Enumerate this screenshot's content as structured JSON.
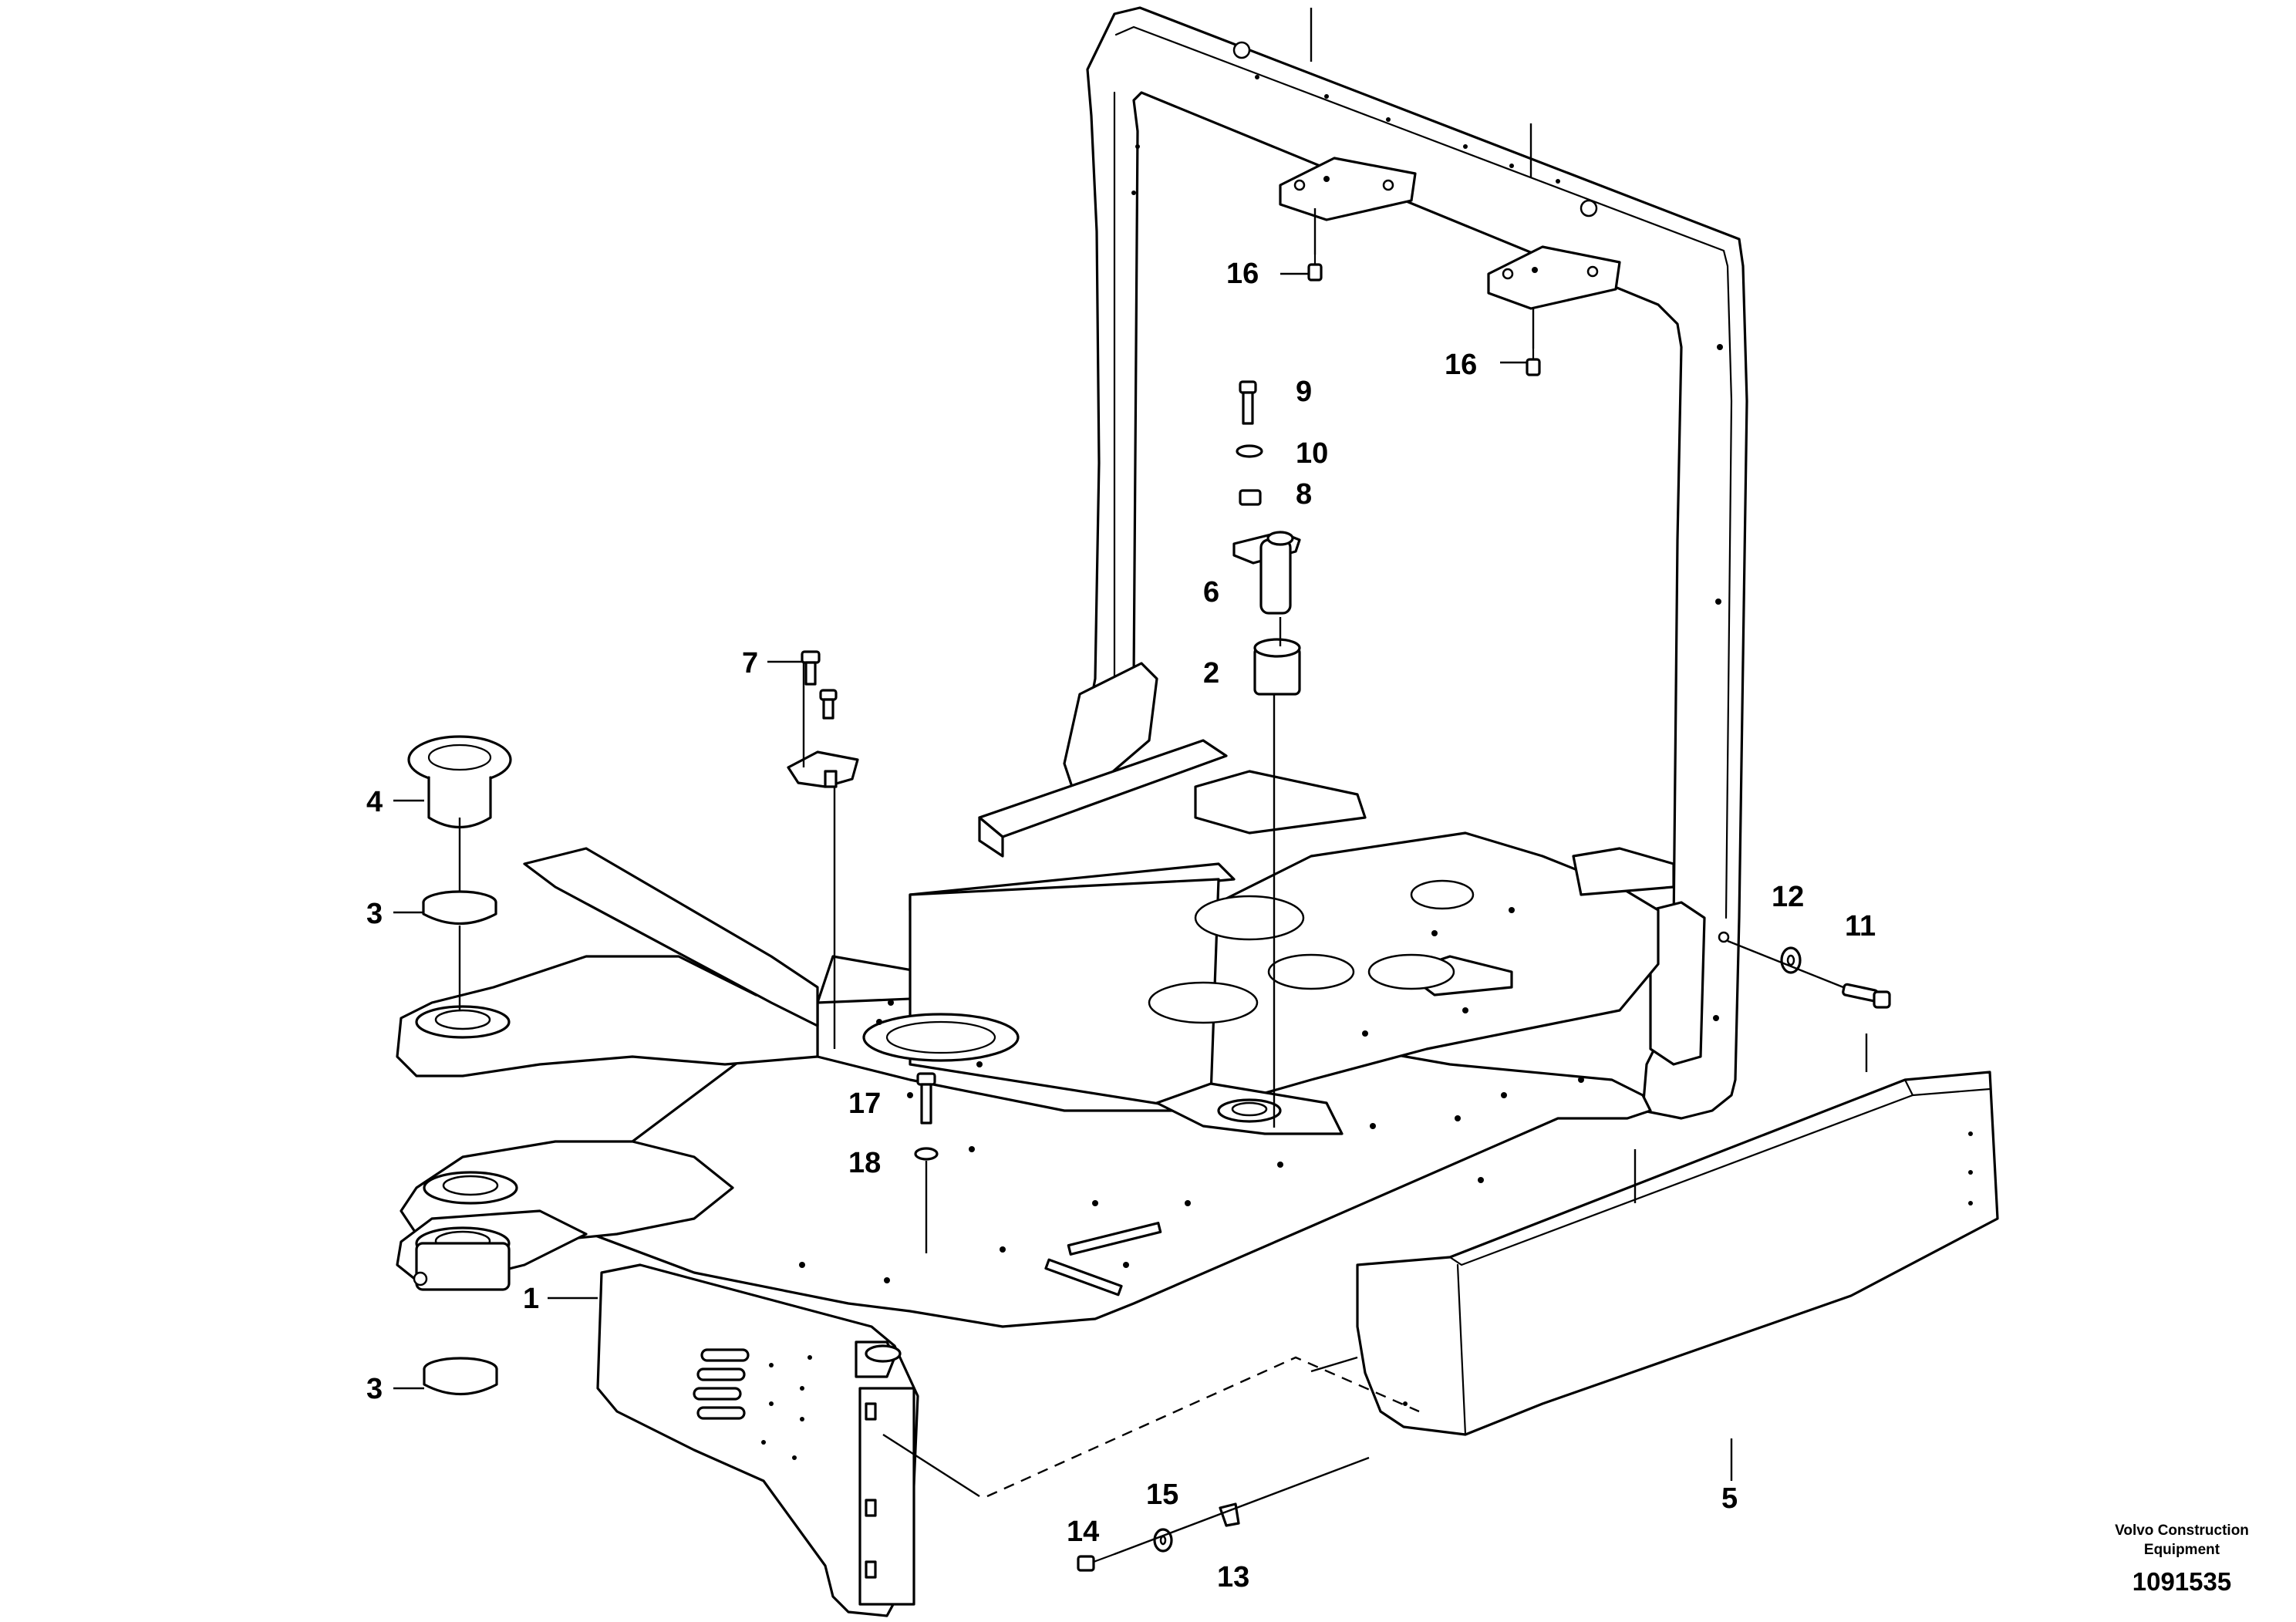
{
  "callouts": {
    "c1": "1",
    "c2": "2",
    "c3a": "3",
    "c3b": "3",
    "c4": "4",
    "c5": "5",
    "c6": "6",
    "c7": "7",
    "c8": "8",
    "c9": "9",
    "c10": "10",
    "c11": "11",
    "c12": "12",
    "c13": "13",
    "c14": "14",
    "c15": "15",
    "c16a": "16",
    "c16b": "16",
    "c17": "17",
    "c18": "18"
  },
  "footer": {
    "brand_line1": "Volvo Construction",
    "brand_line2": "Equipment",
    "drawing_number": "1091535"
  }
}
